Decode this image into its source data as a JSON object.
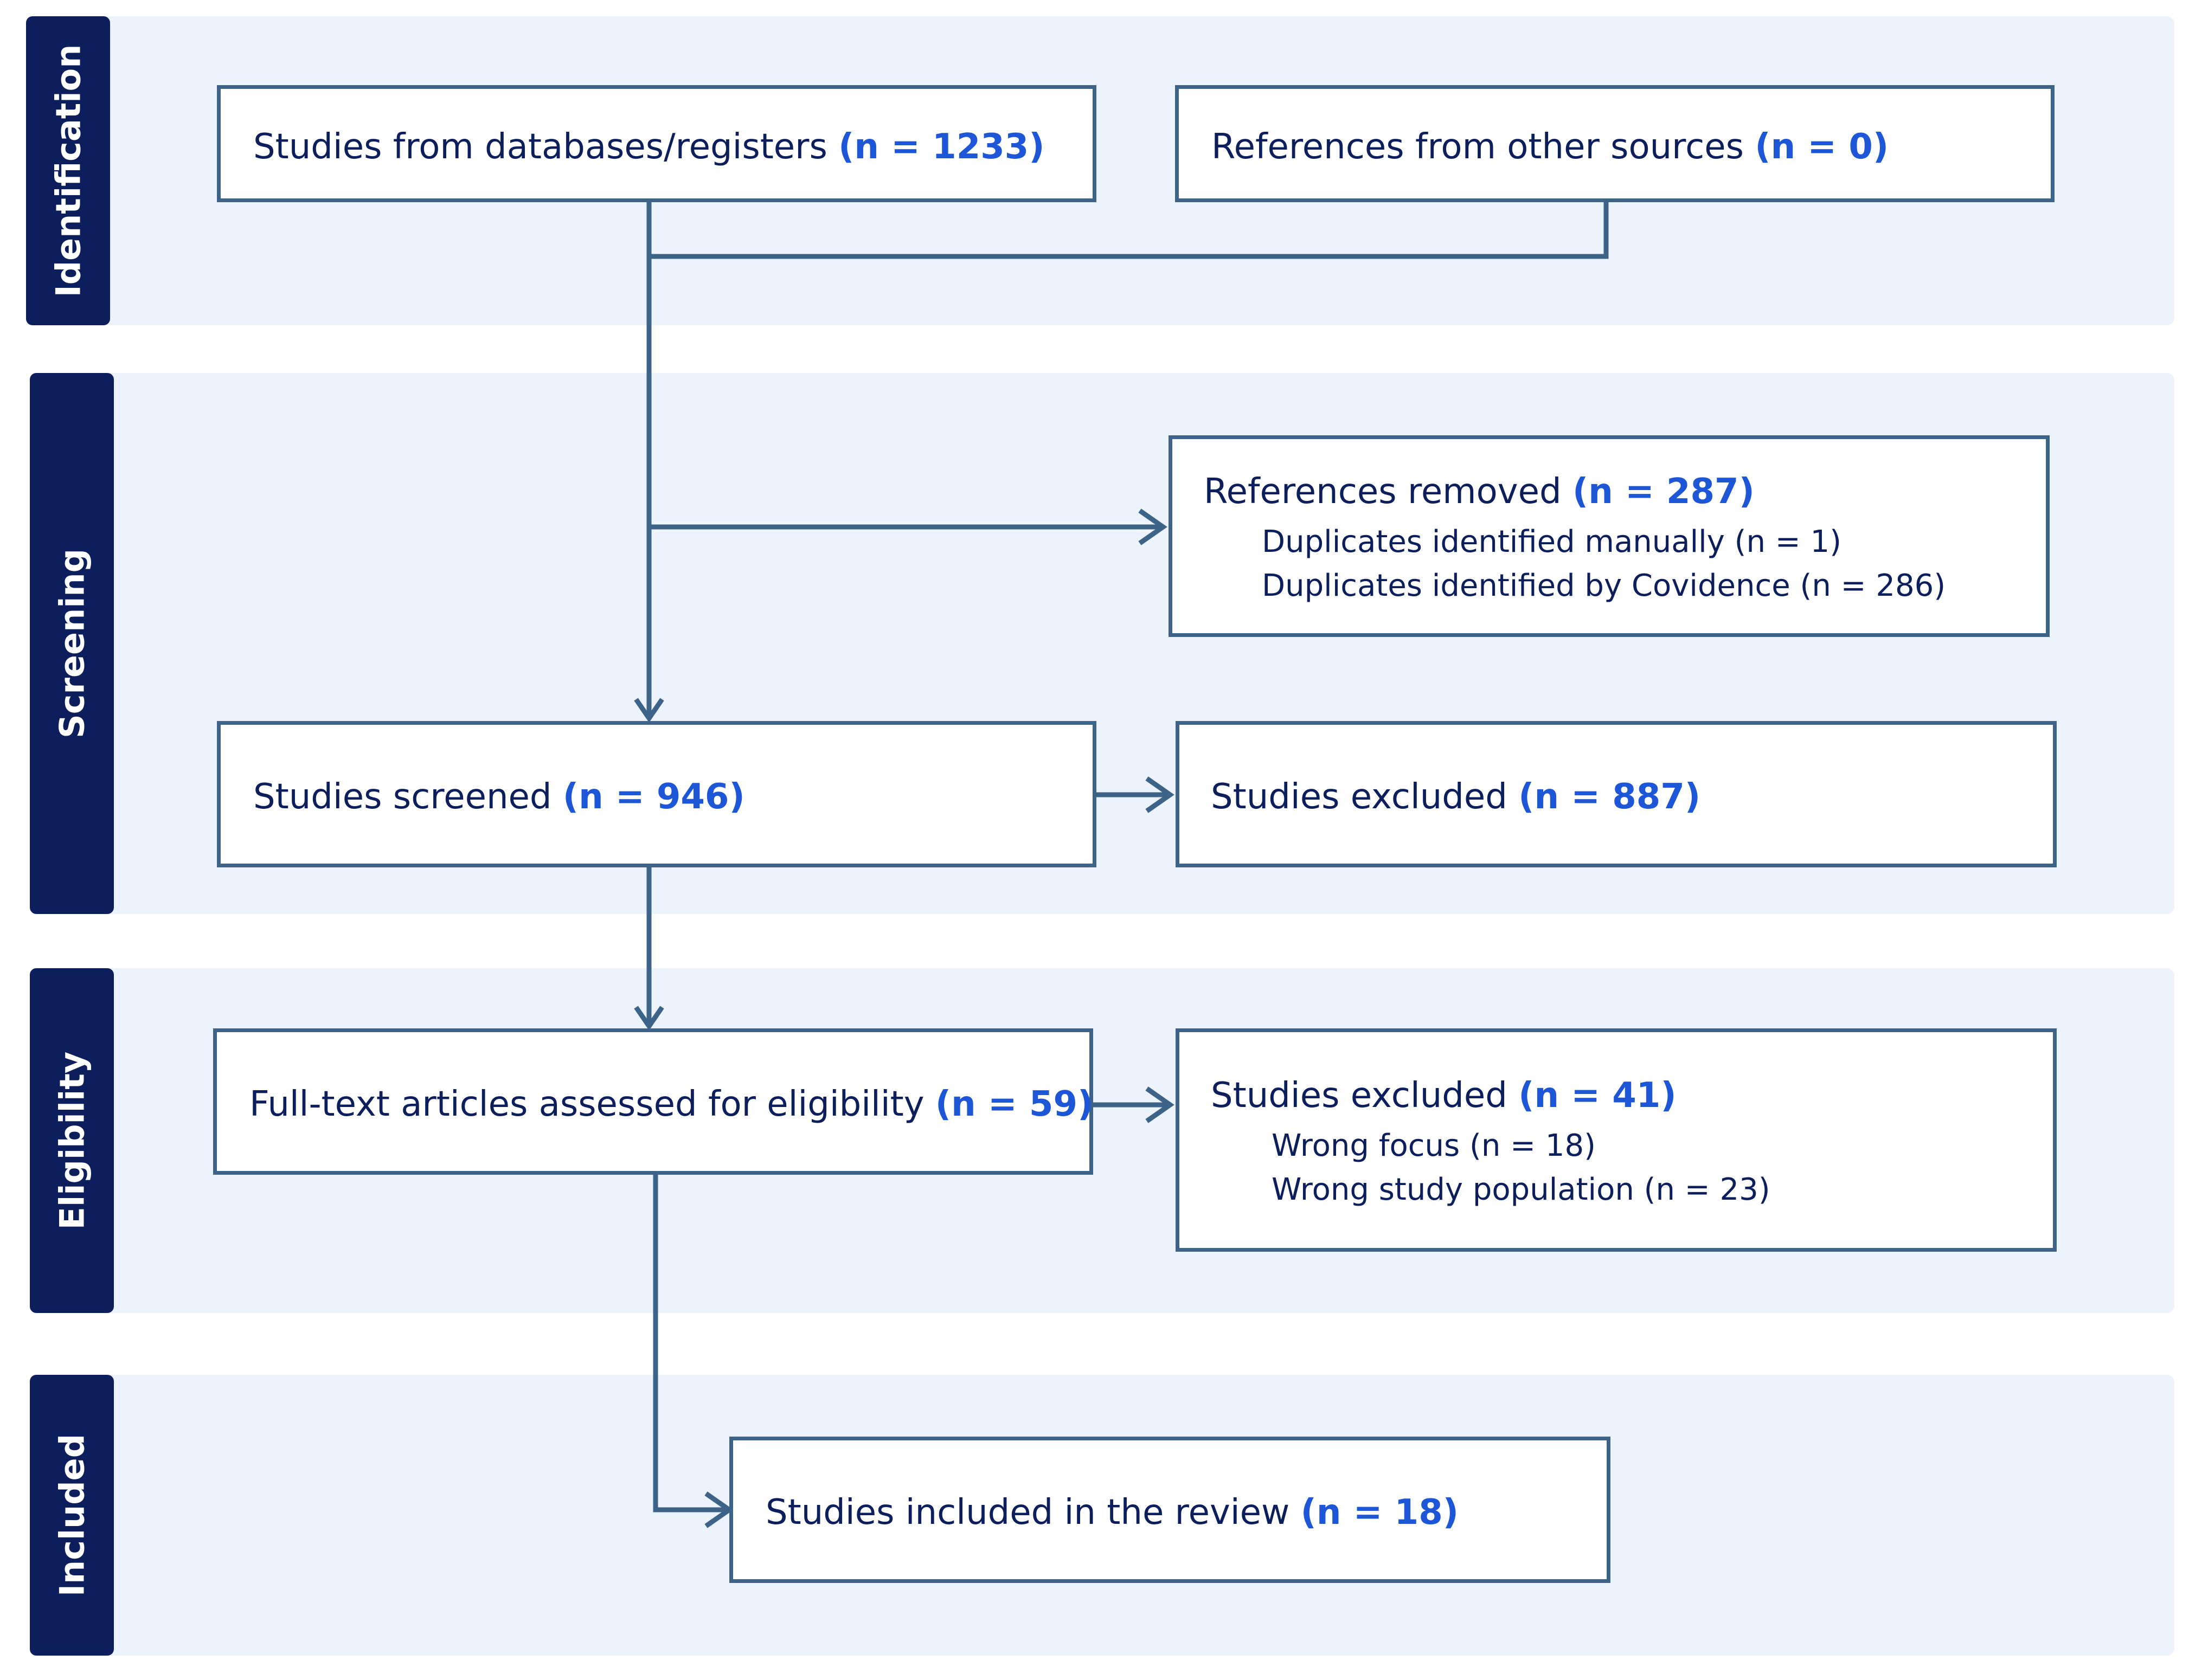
{
  "phases": {
    "identification": "Identification",
    "screening": "Screening",
    "eligibility": "Eligibility",
    "included": "Included"
  },
  "boxes": {
    "databases": {
      "label": "Studies from databases/registers ",
      "count": "(n = 1233)"
    },
    "other_sources": {
      "label": "References from other sources ",
      "count": "(n = 0)"
    },
    "removed": {
      "label": "References removed ",
      "count": "(n = 287)",
      "details": [
        "Duplicates identified manually (n = 1)",
        "Duplicates identified by Covidence (n = 286)"
      ]
    },
    "screened": {
      "label": "Studies screened ",
      "count": "(n = 946)"
    },
    "excluded_screening": {
      "label": "Studies excluded ",
      "count": "(n = 887)"
    },
    "full_text": {
      "label": "Full-text articles assessed for eligibility ",
      "count": "(n = 59)"
    },
    "excluded_full_text": {
      "label": "Studies excluded ",
      "count": "(n = 41)",
      "details": [
        "Wrong focus (n = 18)",
        "Wrong study population (n = 23)"
      ]
    },
    "included": {
      "label": "Studies included in the review ",
      "count": "(n = 18)"
    }
  },
  "colors": {
    "band": "#ecf3fd",
    "phase_label": "#0c1f5c",
    "border": "#3d6389",
    "text": "#0c1f5c",
    "count": "#1d56d6"
  }
}
